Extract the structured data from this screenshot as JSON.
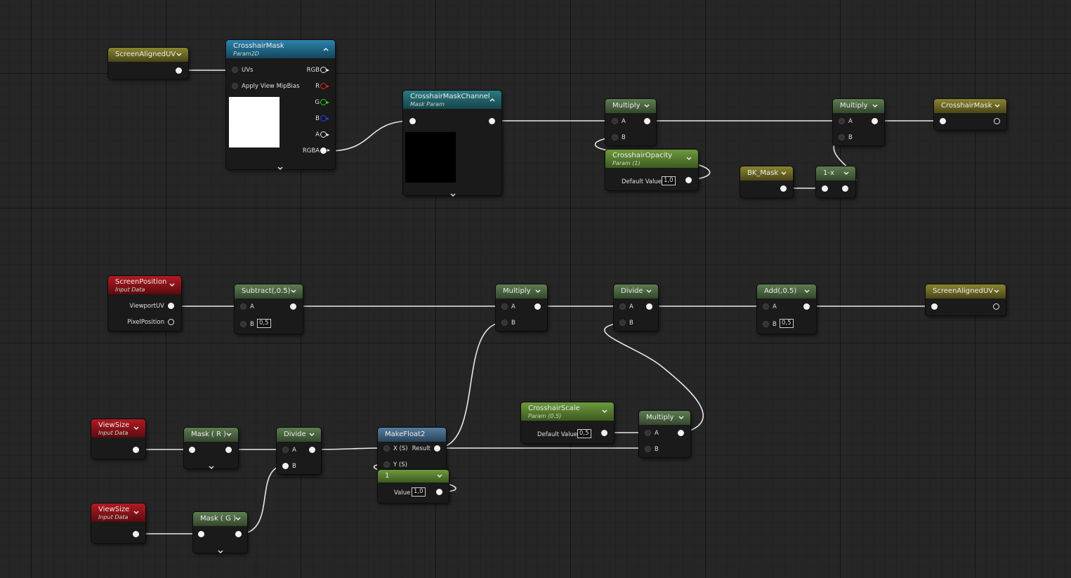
{
  "nodes": {
    "screen_aligned_uv_1": {
      "title": "ScreenAlignedUV"
    },
    "crosshair_mask_tex": {
      "title": "CrosshairMask",
      "subtitle": "Param2D",
      "inputs": [
        "UVs",
        "Apply View MipBias"
      ],
      "outputs": [
        "RGB",
        "R",
        "G",
        "B",
        "A",
        "RGBA"
      ]
    },
    "crosshair_mask_channel": {
      "title": "CrosshairMaskChannel",
      "subtitle": "Mask Param"
    },
    "multiply_1": {
      "title": "Multiply",
      "a": "A",
      "b": "B"
    },
    "crosshair_opacity": {
      "title": "CrosshairOpacity",
      "subtitle": "Param (1)",
      "default_label": "Default Value",
      "default_value": "1,0"
    },
    "bk_mask": {
      "title": "BK_Mask"
    },
    "one_minus": {
      "title": "1-x"
    },
    "multiply_2": {
      "title": "Multiply",
      "a": "A",
      "b": "B"
    },
    "crosshair_mask_out": {
      "title": "CrosshairMask"
    },
    "screen_position": {
      "title": "ScreenPosition",
      "subtitle": "Input Data",
      "out1": "ViewportUV",
      "out2": "PixelPosition"
    },
    "subtract": {
      "title": "Subtract(,0.5)",
      "a": "A",
      "b": "B",
      "b_value": "0,5"
    },
    "multiply_3": {
      "title": "Multiply",
      "a": "A",
      "b": "B"
    },
    "divide_1": {
      "title": "Divide",
      "a": "A",
      "b": "B"
    },
    "add": {
      "title": "Add(,0.5)",
      "a": "A",
      "b": "B",
      "b_value": "0,5"
    },
    "screen_aligned_uv_out": {
      "title": "ScreenAlignedUV"
    },
    "viewsize_1": {
      "title": "ViewSize",
      "subtitle": "Input Data"
    },
    "mask_r": {
      "title": "Mask ( R )"
    },
    "divide_2": {
      "title": "Divide",
      "a": "A",
      "b": "B"
    },
    "make_float2": {
      "title": "MakeFloat2",
      "x": "X (S)",
      "y": "Y (S)",
      "result": "Result"
    },
    "constant_1": {
      "title": "1",
      "value_label": "Value",
      "value": "1,0"
    },
    "crosshair_scale": {
      "title": "CrosshairScale",
      "subtitle": "Param (0.5)",
      "default_label": "Default Value",
      "default_value": "0,5"
    },
    "multiply_4": {
      "title": "Multiply",
      "a": "A",
      "b": "B"
    },
    "viewsize_2": {
      "title": "ViewSize",
      "subtitle": "Input Data"
    },
    "mask_g": {
      "title": "Mask ( G )"
    }
  },
  "colors": {
    "canvas": "#262626",
    "wire": "#e8e8e8",
    "header_yellow": "#8a8530",
    "header_green": "#5e7d52",
    "header_param_green": "#6e9a3e",
    "header_blue": "#2c84ad",
    "header_teal": "#2c7a82",
    "header_red": "#b21a22",
    "header_steel": "#557da0"
  },
  "icons": {
    "collapse": "chevron-down-icon",
    "expand": "chevron-up-icon"
  }
}
